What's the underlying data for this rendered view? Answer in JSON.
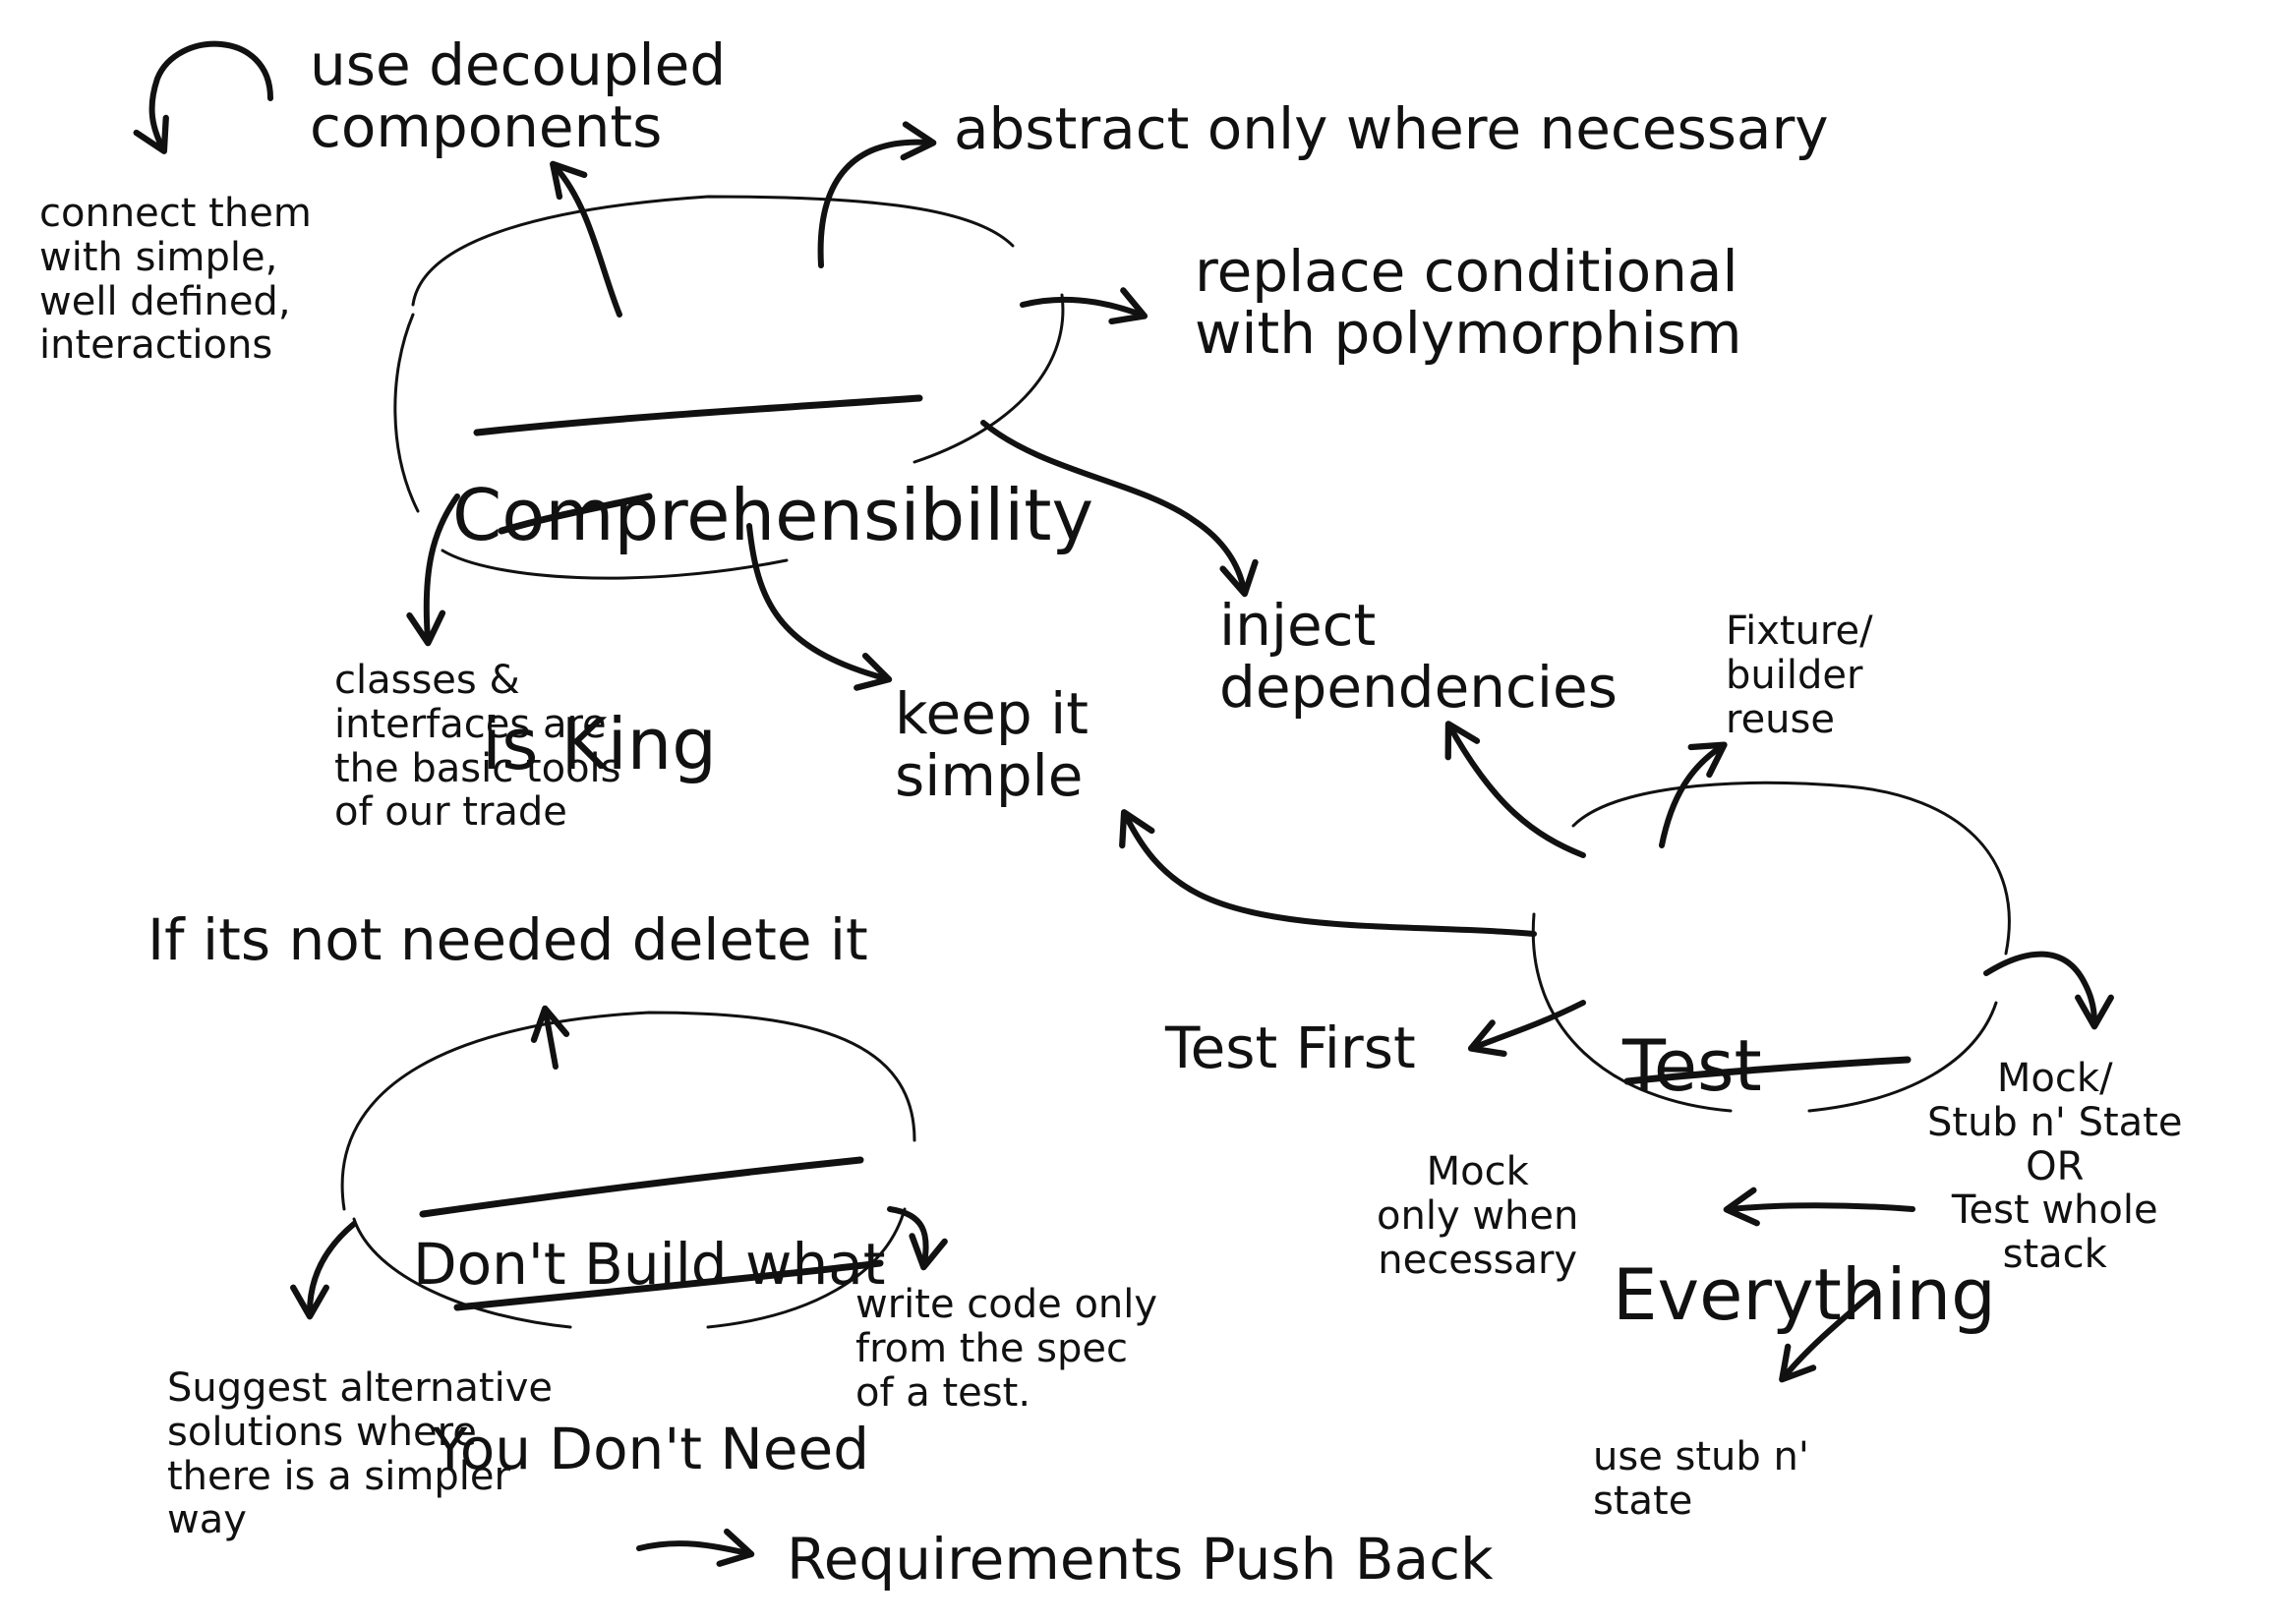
{
  "diagram": {
    "hubs": {
      "comprehensibility": {
        "line1": "Comprehensibility",
        "line2": "is King"
      },
      "test_everything": {
        "line1": "Test",
        "line2": "Everything"
      },
      "dont_build": {
        "line1": "Don't Build what",
        "line2": "You Don't Need"
      }
    },
    "notes": {
      "use_decoupled": "use decoupled\ncomponents",
      "connect_them": "connect them\nwith simple,\nwell defined,\ninteractions",
      "abstract": "abstract only where necessary",
      "replace_conditional": "replace conditional\nwith polymorphism",
      "classes": "classes &\ninterfaces are\nthe basic tools\nof our trade",
      "keep_simple": "keep it\nsimple",
      "inject": "inject\ndependencies",
      "fixture": "Fixture/\nbuilder\nreuse",
      "if_not_needed": "If its not needed delete it",
      "test_first": "Test First",
      "mock_stub": "Mock/\nStub n' State\nOR\nTest whole\nstack",
      "mock_only": "Mock\nonly when\nnecessary",
      "use_stub": "use stub n'\nstate",
      "write_code": "write code only\nfrom the spec\nof a test.",
      "suggest": "Suggest alternative\nsolutions where\nthere is a simpler\nway",
      "requirements": "Requirements Push Back"
    }
  }
}
